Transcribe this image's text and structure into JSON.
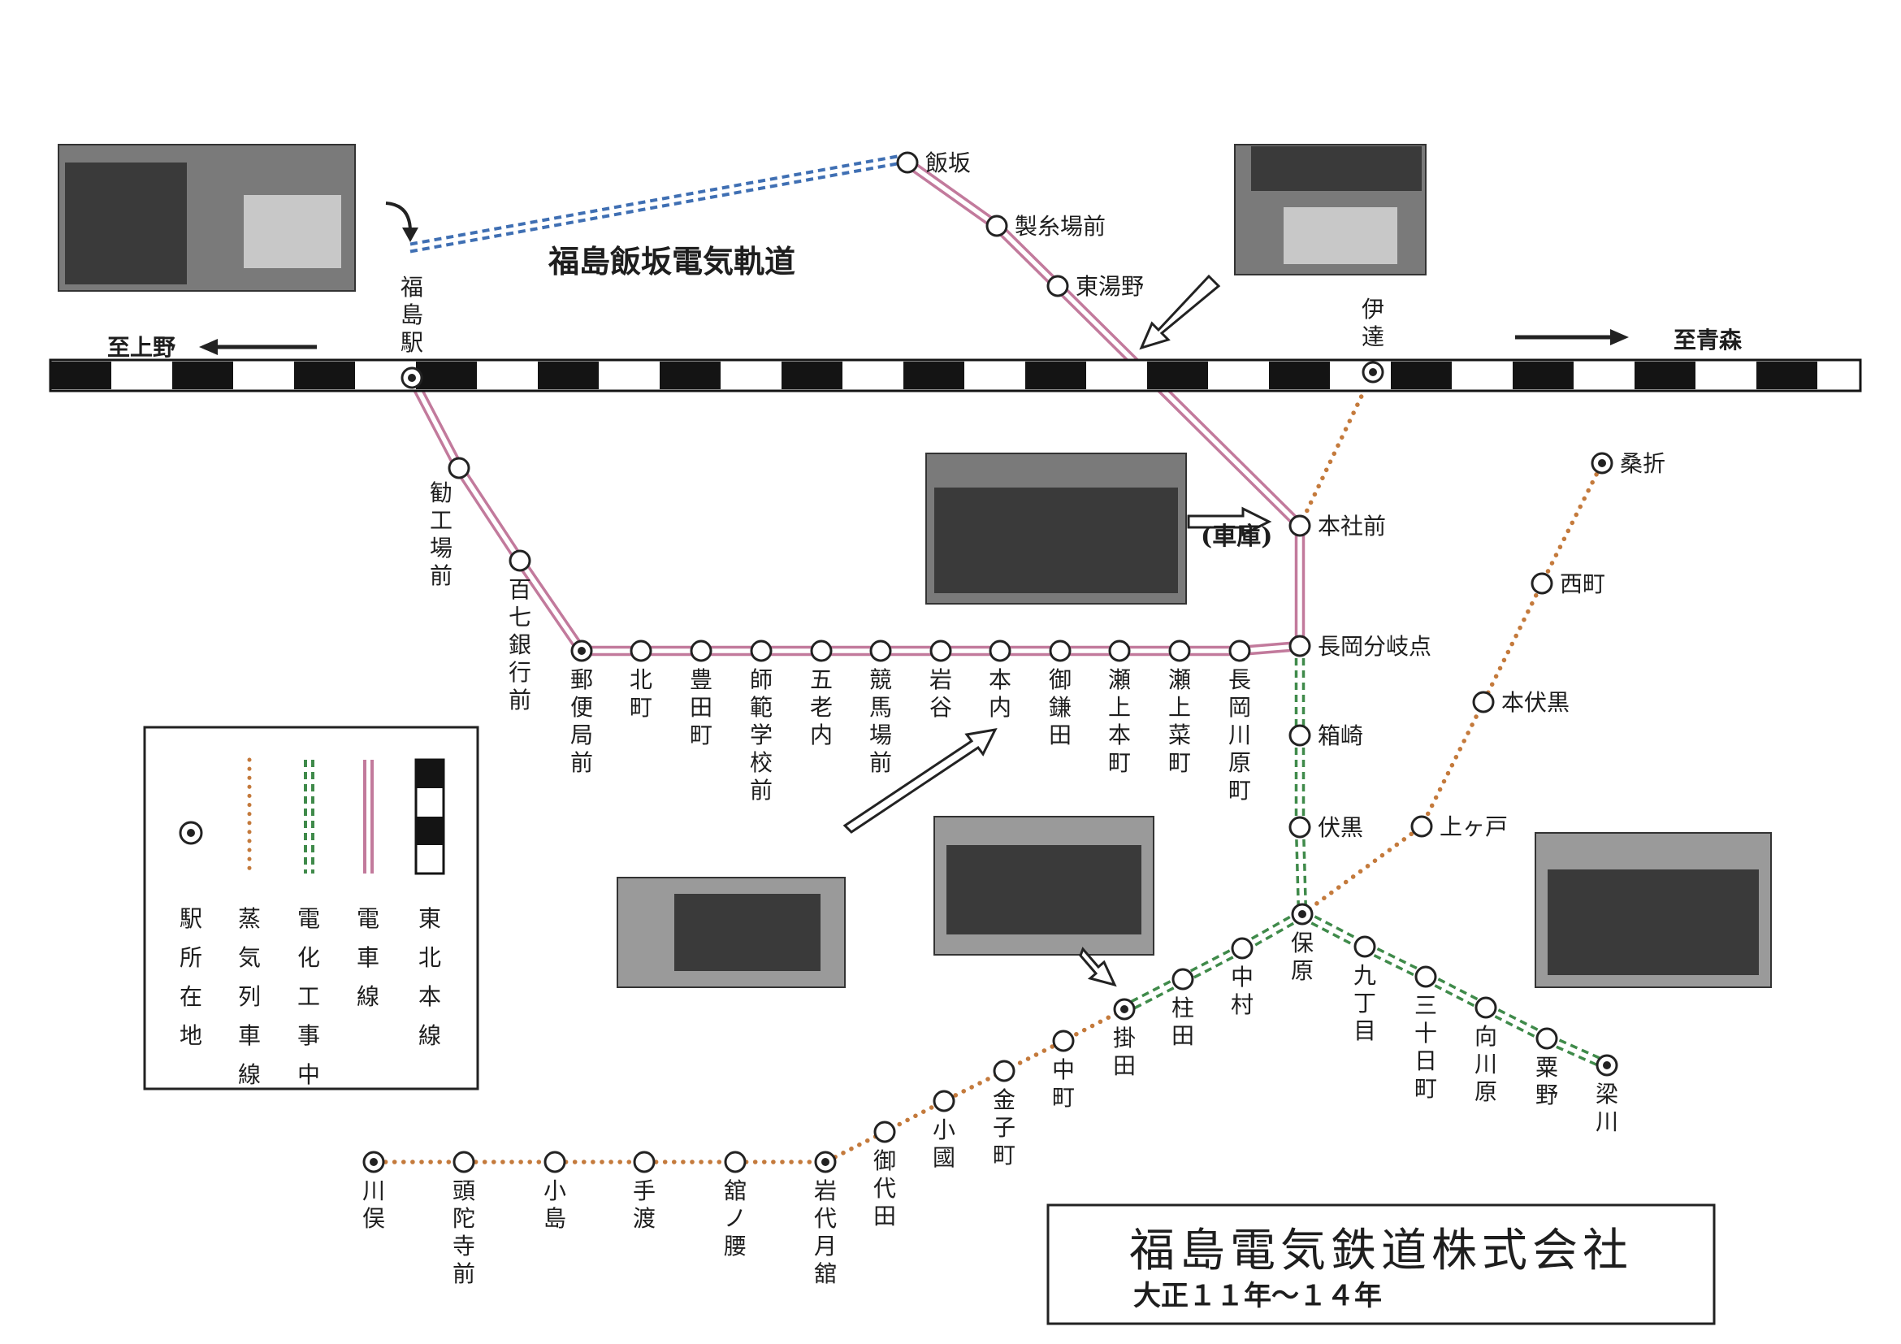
{
  "colors": {
    "tram": "#c27a9c",
    "electrification": "#3f8a4a",
    "steam": "#c47a3c",
    "rail_black": "#141414",
    "lilikoi_tram": "#3f6fb3",
    "ink": "#1e1e1e"
  },
  "title": {
    "main": "福島電気鉄道株式会社",
    "sub": "大正１１年～１４年"
  },
  "line_labels": {
    "iizaka_tram": "福島飯坂電気軌道",
    "to_ueno": "至上野",
    "to_aomori": "至青森",
    "depot": "(車庫)"
  },
  "legend": [
    {
      "key": "station",
      "label": "駅所在地",
      "icon": "double-circle-icon"
    },
    {
      "key": "steam",
      "label": "蒸気列車線",
      "icon": "dotted-line-icon"
    },
    {
      "key": "electrification",
      "label": "電化工事中",
      "icon": "dashed-double-line-icon"
    },
    {
      "key": "tram",
      "label": "電車線",
      "icon": "double-line-icon"
    },
    {
      "key": "tohoku",
      "label": "東北本線",
      "icon": "checkered-line-icon"
    }
  ],
  "stations": {
    "fukushima": "福島駅",
    "date": "伊達",
    "iizaka": "飯坂",
    "seishijo_mae": "製糸場前",
    "higashi_yuno": "東湯野",
    "honsha_mae": "本社前",
    "nagaoka_bunkiten": "長岡分岐点",
    "hakozaki": "箱崎",
    "fushiguro": "伏黒",
    "hobara": "保原",
    "kangyojo_mae": "勧工場前",
    "hyakushichi_ginko_mae": "百七銀行前",
    "yubinkyoku_mae": "郵便局前",
    "kitamachi": "北町",
    "toyotamachi": "豊田町",
    "shihan_gakko_mae": "師範学校前",
    "goroku": "五老内",
    "keibajo_mae": "競馬場前",
    "iwaya": "岩谷",
    "honuchi": "本内",
    "onkamata": "御鎌田",
    "segami_honmachi": "瀬上本町",
    "segami_nanmachi": "瀬上菜町",
    "nagaoka_kawaramachi": "長岡川原町",
    "kuwaori": "桑折",
    "nishimachi": "西町",
    "hon_fushiguro": "本伏黒",
    "kamigato": "上ヶ戸",
    "kujome": "九丁目",
    "misokamachi": "三十日町",
    "mukaikawara": "向川原",
    "awano": "粟野",
    "yanagawa": "梁川",
    "nakamura": "中村",
    "hashiradа": "柱田",
    "kakeda": "掛田",
    "nakamachi": "中町",
    "kanekomachi": "金子町",
    "koguni": "小國",
    "mishirota": "御代田",
    "iwashiro_tsukidate": "岩代月舘",
    "tatenokoshi": "舘ノ腰",
    "tewatari": "手渡",
    "kojima": "小島",
    "zudaji_mae": "頭陀寺前",
    "kawamata": "川俣"
  }
}
